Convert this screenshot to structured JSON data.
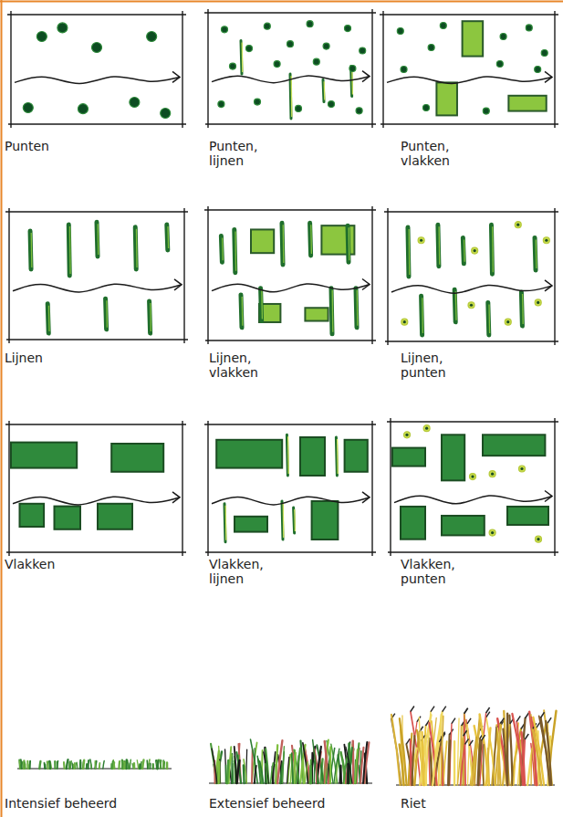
{
  "diagram": {
    "labels": [
      "Punten",
      "Punten, lijnen",
      "Punten, vlakken",
      "Lijnen",
      "Lijnen, vlakken",
      "Lijnen, punten",
      "Vlakken",
      "Vlakken, lijnen",
      "Vlakken, punten",
      "Intensief beheerd",
      "Extensief beheerd",
      "Riet"
    ]
  }
}
